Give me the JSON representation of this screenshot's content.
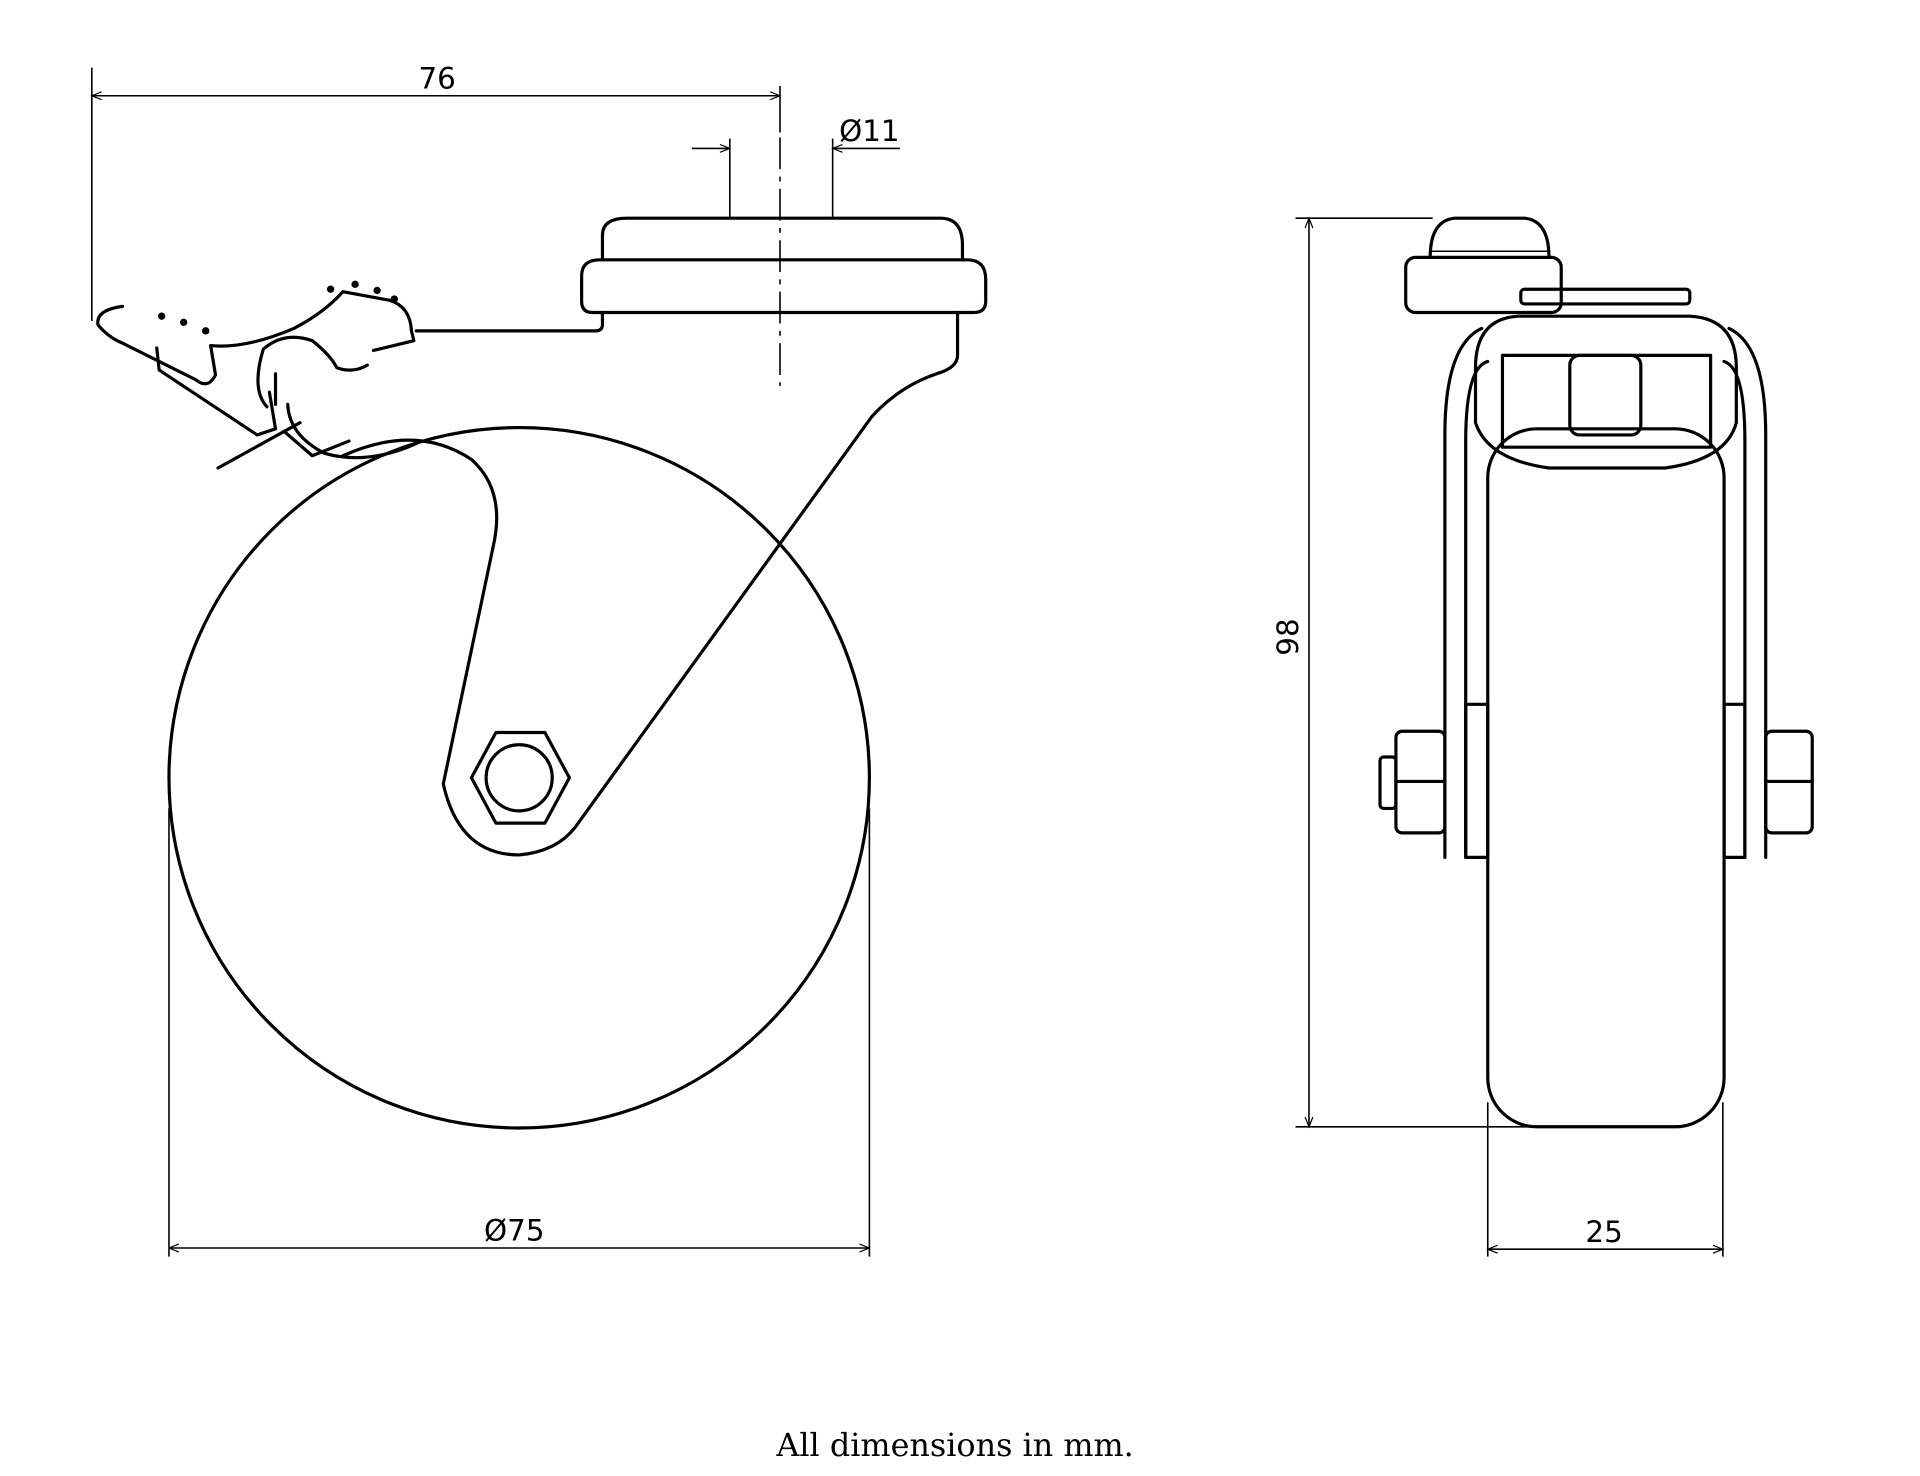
{
  "dimensions": {
    "offset": "76",
    "bolt_hole": "Ø11",
    "wheel_diameter": "Ø75",
    "height": "98",
    "wheel_width": "25"
  },
  "footer": "All dimensions in mm.",
  "colors": {
    "line": "#000000",
    "background": "#ffffff"
  }
}
